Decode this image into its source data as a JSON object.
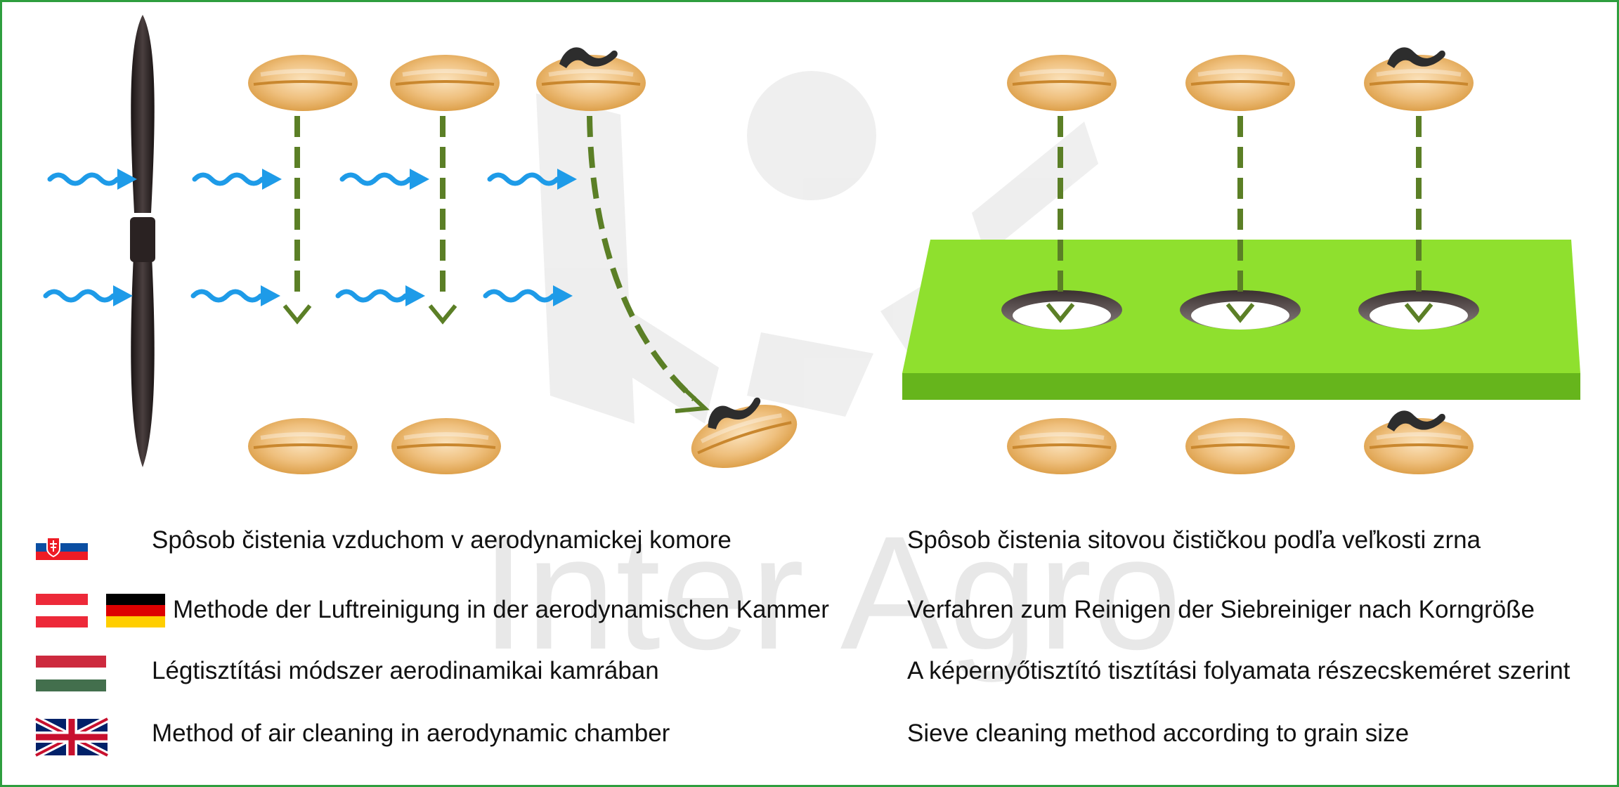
{
  "watermark": {
    "text": "Inter Agro"
  },
  "colors": {
    "frame": "#2e9e3e",
    "air_arrow": "#1e9be8",
    "drop_arrow": "#5b7f26",
    "sieve": "#8fe02e",
    "grain": "#efc07e",
    "propeller": "#2b2424"
  },
  "icons": [
    "propeller-icon",
    "grain-icon",
    "grain-with-weed-icon",
    "air-flow-icon",
    "sieve-plate-icon"
  ],
  "captions": {
    "sk": {
      "flags": [
        "slovakia-flag"
      ],
      "air": "Spôsob čistenia vzduchom v aerodynamickej komore",
      "sieve": "Spôsob čistenia sitovou čističkou podľa veľkosti zrna"
    },
    "de": {
      "flags": [
        "austria-flag",
        "germany-flag"
      ],
      "air": "Methode der Luftreinigung in der aerodynamischen Kammer",
      "sieve": "Verfahren zum Reinigen der Siebreiniger nach Korngröße"
    },
    "hu": {
      "flags": [
        "hungary-flag"
      ],
      "air": "Légtisztítási módszer aerodinamikai kamrában",
      "sieve": "A képernyőtisztító tisztítási folyamata részecskeméret szerint"
    },
    "en": {
      "flags": [
        "uk-flag"
      ],
      "air": "Method of air cleaning in aerodynamic chamber",
      "sieve": "Sieve cleaning method according to grain size"
    }
  }
}
